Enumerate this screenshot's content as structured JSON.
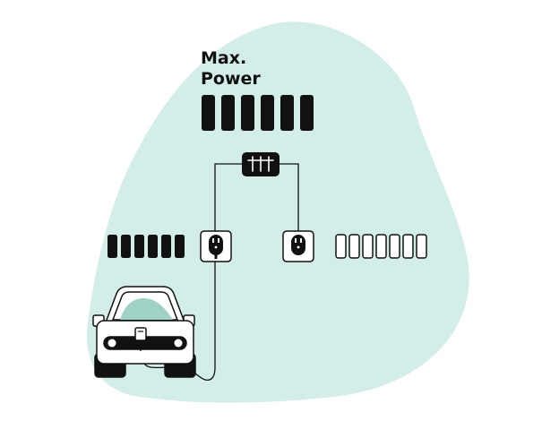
{
  "heading": {
    "line1": "Max.",
    "line2": "Power"
  },
  "colors": {
    "blob": "#d3ede8",
    "ink": "#111111",
    "paper": "#ffffff",
    "window": "#9fd1c5"
  },
  "power_levels": {
    "max_bars": 6,
    "left_station_bars_filled": 6,
    "left_station_bars_total": 6,
    "right_station_bars_filled": 0,
    "right_station_bars_total": 7
  },
  "icons": {
    "distribution_box": "fuse-box-icon",
    "left_outlet": "socket-icon",
    "right_outlet": "socket-icon",
    "vehicle": "electric-car-icon"
  }
}
